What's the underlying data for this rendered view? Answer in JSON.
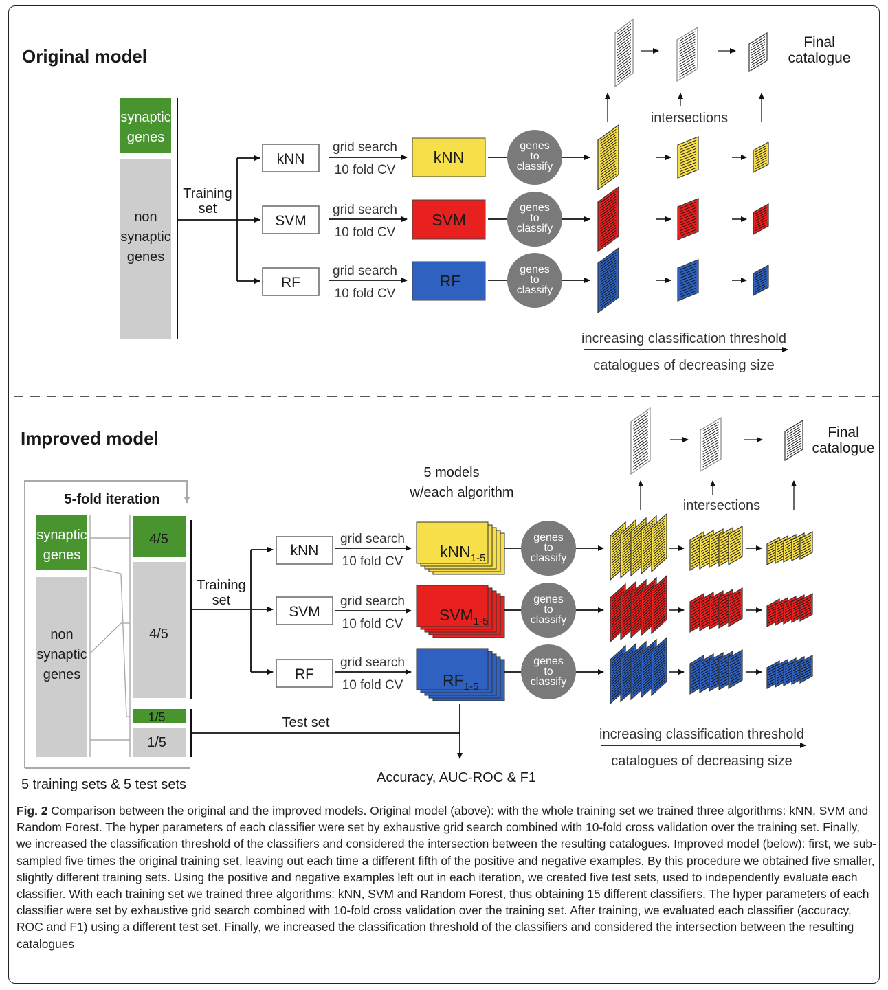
{
  "original": {
    "title": "Original model",
    "synaptic": [
      "synaptic",
      "genes"
    ],
    "non_synaptic": [
      "non",
      "synaptic",
      "genes"
    ],
    "training": [
      "Training",
      "set"
    ],
    "grid": "grid search",
    "cv": "10 fold CV",
    "algorithms": [
      "kNN",
      "SVM",
      "RF"
    ],
    "genes_bubble": [
      "genes",
      "to",
      "classify"
    ],
    "intersections": "intersections",
    "final": [
      "Final",
      "catalogue"
    ],
    "increasing": "increasing  classification threshold",
    "decreasing": "catalogues of decreasing size"
  },
  "improved": {
    "title": "Improved model",
    "fold_title": "5-fold iteration",
    "synaptic": [
      "synaptic",
      "genes"
    ],
    "non_synaptic": [
      "non",
      "synaptic",
      "genes"
    ],
    "split_4_5": "4/5",
    "split_1_5": "1/5",
    "training": [
      "Training",
      "set"
    ],
    "test_set": "Test set",
    "five_models": [
      "5 models",
      "w/each algorithm"
    ],
    "grid": "grid search",
    "cv": "10 fold CV",
    "algorithms": [
      "kNN",
      "SVM",
      "RF"
    ],
    "model_subscript": "1-5",
    "genes_bubble": [
      "genes",
      "to",
      "classify"
    ],
    "intersections": "intersections",
    "final": [
      "Final",
      "catalogue"
    ],
    "increasing": "increasing  classification threshold",
    "decreasing": "catalogues of decreasing size",
    "metrics": "Accuracy, AUC-ROC & F1",
    "sets_note": "5 training sets & 5 test sets"
  },
  "caption": {
    "label": "Fig. 2",
    "text": " Comparison between the original and the improved models. Original model (above): with the whole training set we trained three algorithms: kNN, SVM and Random Forest. The hyper parameters of each classifier were set by exhaustive grid search combined with 10-fold cross validation over the training set. Finally, we increased the classification threshold of the classifiers and considered the intersection between the resulting catalogues. Improved model (below): first, we sub-sampled five times the original training set, leaving out each time a different fifth of the positive and negative examples. By this procedure we obtained five smaller, slightly different training sets. Using the positive and negative examples left out in each iteration, we created five test sets, used to independently evaluate each classifier. With each training set we trained three algorithms: kNN, SVM and Random Forest, thus obtaining 15 different classifiers. The hyper parameters of each classifier were set by exhaustive grid search combined with 10-fold cross validation over the training set. After training, we evaluated each classifier (accuracy, ROC and F1) using a different test set. Finally, we increased the classification threshold of the classifiers and considered the intersection between the resulting catalogues"
  },
  "colors": {
    "knn": "#f7df4a",
    "svm": "#e8201e",
    "rf": "#2f62c0",
    "synaptic": "#48942e",
    "non_synaptic": "#cdcdcd",
    "bubble": "#7a7a7a"
  }
}
